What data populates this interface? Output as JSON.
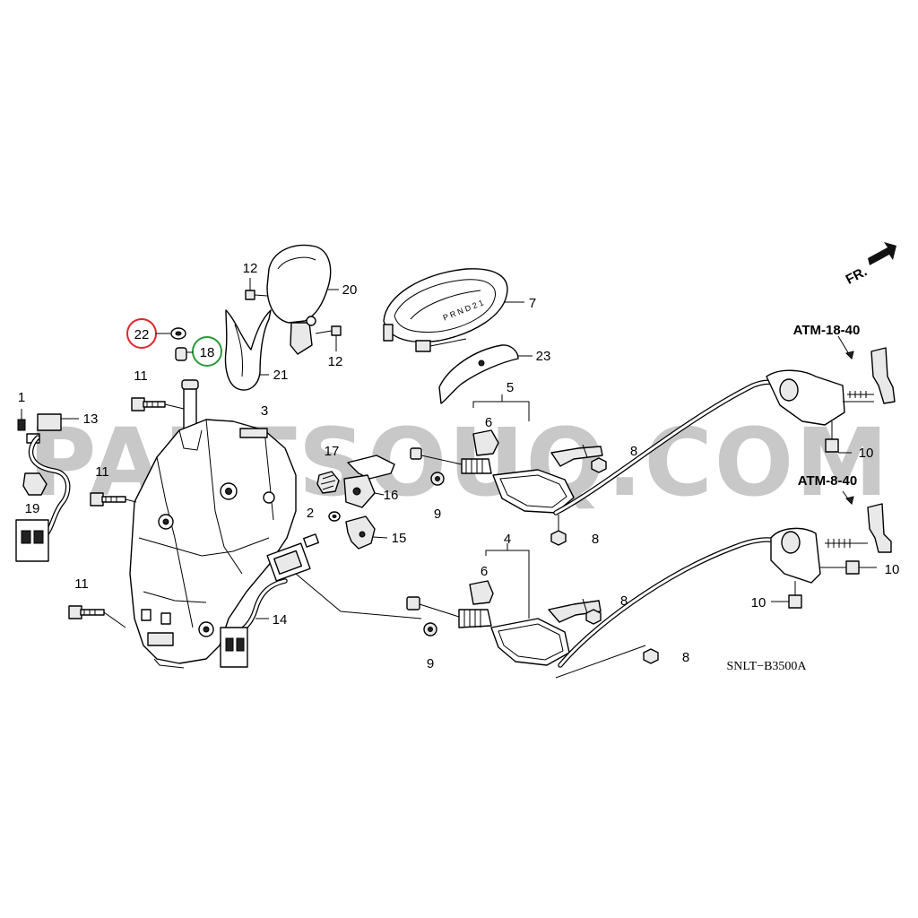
{
  "diagram": {
    "code": "SNLT−B3500A",
    "direction": "FR.",
    "watermark": "PARTSOUQ.COM",
    "references": [
      "ATM-18-40",
      "ATM-8-40"
    ],
    "indicator_letters": "P R N D 2 1",
    "highlight_colors": {
      "red": "#e0242b",
      "green": "#2a9a3c"
    },
    "callouts": {
      "c1": "1",
      "c2": "2",
      "c3": "3",
      "c4": "4",
      "c5": "5",
      "c6a": "6",
      "c6b": "6",
      "c7": "7",
      "c8a": "8",
      "c8b": "8",
      "c8c": "8",
      "c8d": "8",
      "c9a": "9",
      "c9b": "9",
      "c10a": "10",
      "c10b": "10",
      "c10c": "10",
      "c11a": "11",
      "c11b": "11",
      "c11c": "11",
      "c12a": "12",
      "c12b": "12",
      "c13": "13",
      "c14": "14",
      "c15": "15",
      "c16": "16",
      "c17": "17",
      "c18": "18",
      "c19": "19",
      "c20": "20",
      "c21": "21",
      "c22": "22",
      "c23": "23"
    }
  }
}
